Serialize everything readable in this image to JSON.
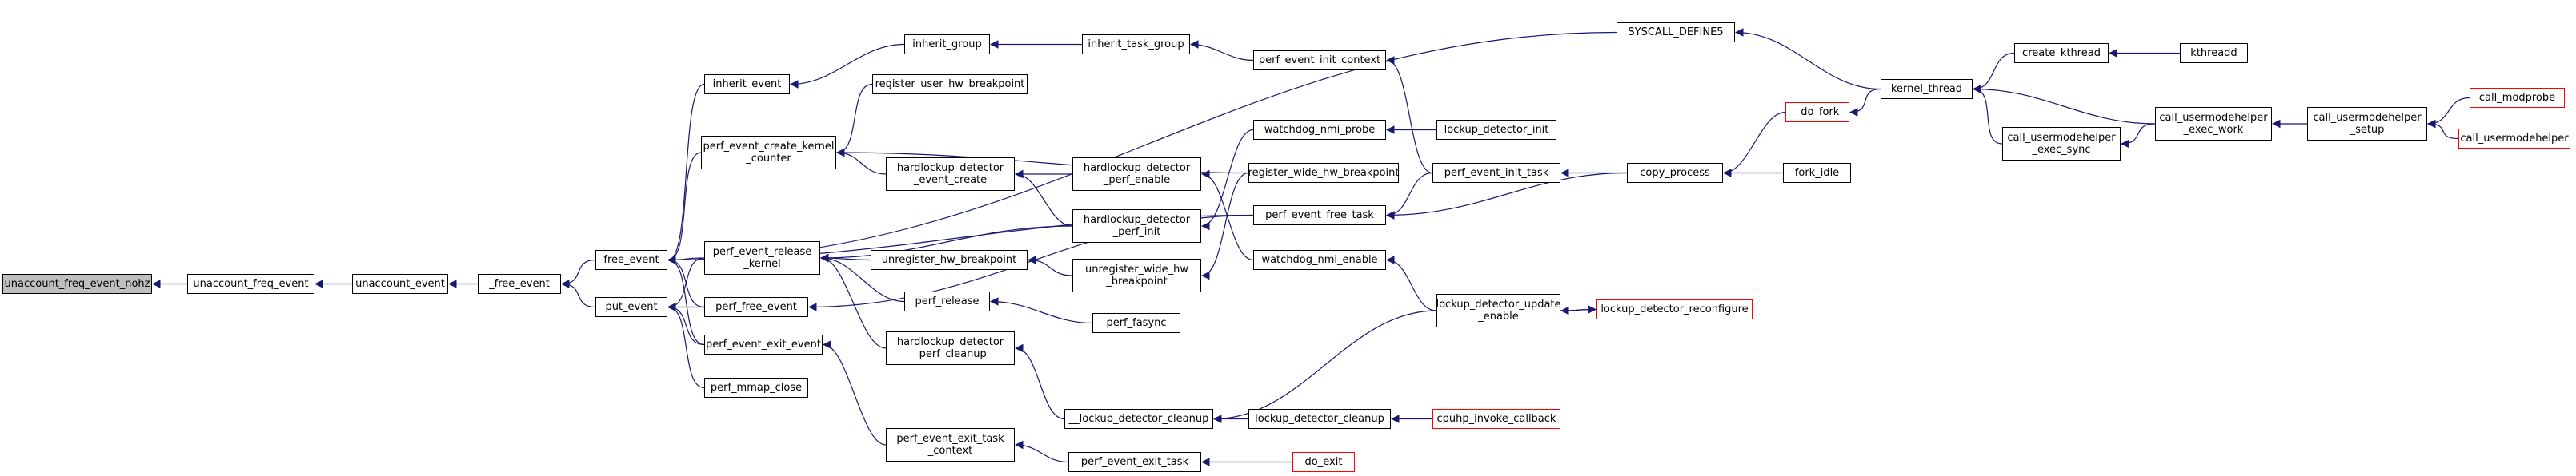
{
  "colors": {
    "edge": "#191970",
    "focus_fill": "#bfbfbf",
    "truncated_border": "#ff0000",
    "border": "#000000"
  },
  "nodes": {
    "unaccount_freq_event_nohz": "unaccount_freq_event_nohz",
    "unaccount_freq_event": "unaccount_freq_event",
    "unaccount_event": "unaccount_event",
    "_free_event": "_free_event",
    "free_event": "free_event",
    "put_event": "put_event",
    "inherit_event": "inherit_event",
    "perf_event_create_kernel_counter": "perf_event_create_kernel\n_counter",
    "perf_event_release_kernel": "perf_event_release\n_kernel",
    "perf_free_event": "perf_free_event",
    "perf_event_exit_event": "perf_event_exit_event",
    "perf_mmap_close": "perf_mmap_close",
    "inherit_group": "inherit_group",
    "register_user_hw_breakpoint": "register_user_hw_breakpoint",
    "hardlockup_detector_event_create": "hardlockup_detector\n_event_create",
    "unregister_hw_breakpoint": "unregister_hw_breakpoint",
    "perf_release": "perf_release",
    "hardlockup_detector_perf_cleanup": "hardlockup_detector\n_perf_cleanup",
    "perf_event_exit_task_context": "perf_event_exit_task\n_context",
    "inherit_task_group": "inherit_task_group",
    "hardlockup_detector_perf_enable": "hardlockup_detector\n_perf_enable",
    "hardlockup_detector_perf_init": "hardlockup_detector\n_perf_init",
    "unregister_wide_hw_breakpoint": "unregister_wide_hw\n_breakpoint",
    "perf_fasync": "perf_fasync",
    "__lockup_detector_cleanup": "__lockup_detector_cleanup",
    "perf_event_exit_task": "perf_event_exit_task",
    "perf_event_init_context": "perf_event_init_context",
    "watchdog_nmi_probe": "watchdog_nmi_probe",
    "register_wide_hw_breakpoint": "register_wide_hw_breakpoint",
    "perf_event_free_task": "perf_event_free_task",
    "watchdog_nmi_enable": "watchdog_nmi_enable",
    "lockup_detector_cleanup": "lockup_detector_cleanup",
    "do_exit": "do_exit",
    "SYSCALL_DEFINE5": "SYSCALL_DEFINE5",
    "lockup_detector_init": "lockup_detector_init",
    "perf_event_init_task": "perf_event_init_task",
    "lockup_detector_update_enable": "lockup_detector_update\n_enable",
    "cpuhp_invoke_callback": "cpuhp_invoke_callback",
    "copy_process": "copy_process",
    "lockup_detector_reconfigure": "lockup_detector_reconfigure",
    "_do_fork": "_do_fork",
    "fork_idle": "fork_idle",
    "kernel_thread": "kernel_thread",
    "create_kthread": "create_kthread",
    "call_usermodehelper_exec_sync": "call_usermodehelper\n_exec_sync",
    "kthreadd": "kthreadd",
    "call_usermodehelper_exec_work": "call_usermodehelper\n_exec_work",
    "call_usermodehelper_setup": "call_usermodehelper\n_setup",
    "call_modprobe": "call_modprobe",
    "call_usermodehelper": "call_usermodehelper"
  },
  "edges": [
    [
      "unaccount_freq_event",
      "unaccount_freq_event_nohz"
    ],
    [
      "unaccount_event",
      "unaccount_freq_event"
    ],
    [
      "_free_event",
      "unaccount_event"
    ],
    [
      "free_event",
      "_free_event"
    ],
    [
      "put_event",
      "_free_event"
    ],
    [
      "inherit_event",
      "free_event"
    ],
    [
      "perf_event_create_kernel_counter",
      "free_event"
    ],
    [
      "perf_event_release_kernel",
      "free_event"
    ],
    [
      "perf_free_event",
      "free_event"
    ],
    [
      "perf_event_exit_event",
      "free_event"
    ],
    [
      "SYSCALL_DEFINE5",
      "free_event"
    ],
    [
      "perf_event_free_task",
      "free_event"
    ],
    [
      "perf_event_release_kernel",
      "put_event"
    ],
    [
      "perf_free_event",
      "put_event"
    ],
    [
      "perf_event_exit_event",
      "put_event"
    ],
    [
      "perf_mmap_close",
      "put_event"
    ],
    [
      "inherit_group",
      "inherit_event"
    ],
    [
      "register_user_hw_breakpoint",
      "perf_event_create_kernel_counter"
    ],
    [
      "hardlockup_detector_event_create",
      "perf_event_create_kernel_counter"
    ],
    [
      "register_wide_hw_breakpoint",
      "perf_event_create_kernel_counter"
    ],
    [
      "unregister_hw_breakpoint",
      "perf_event_release_kernel"
    ],
    [
      "perf_release",
      "perf_event_release_kernel"
    ],
    [
      "hardlockup_detector_perf_cleanup",
      "perf_event_release_kernel"
    ],
    [
      "hardlockup_detector_perf_init",
      "perf_event_release_kernel"
    ],
    [
      "perf_event_free_task",
      "perf_free_event"
    ],
    [
      "perf_event_exit_task_context",
      "perf_event_exit_event"
    ],
    [
      "inherit_task_group",
      "inherit_group"
    ],
    [
      "hardlockup_detector_perf_enable",
      "hardlockup_detector_event_create"
    ],
    [
      "hardlockup_detector_perf_init",
      "hardlockup_detector_event_create"
    ],
    [
      "unregister_wide_hw_breakpoint",
      "unregister_hw_breakpoint"
    ],
    [
      "perf_fasync",
      "perf_release"
    ],
    [
      "__lockup_detector_cleanup",
      "hardlockup_detector_perf_cleanup"
    ],
    [
      "perf_event_exit_task",
      "perf_event_exit_task_context"
    ],
    [
      "perf_event_init_context",
      "inherit_task_group"
    ],
    [
      "watchdog_nmi_enable",
      "hardlockup_detector_perf_enable"
    ],
    [
      "watchdog_nmi_probe",
      "hardlockup_detector_perf_init"
    ],
    [
      "register_wide_hw_breakpoint",
      "unregister_wide_hw_breakpoint"
    ],
    [
      "lockup_detector_cleanup",
      "__lockup_detector_cleanup"
    ],
    [
      "lockup_detector_update_enable",
      "__lockup_detector_cleanup"
    ],
    [
      "do_exit",
      "perf_event_exit_task"
    ],
    [
      "perf_event_init_task",
      "perf_event_init_context"
    ],
    [
      "lockup_detector_init",
      "watchdog_nmi_probe"
    ],
    [
      "perf_event_init_task",
      "perf_event_free_task"
    ],
    [
      "copy_process",
      "perf_event_free_task"
    ],
    [
      "lockup_detector_update_enable",
      "watchdog_nmi_enable"
    ],
    [
      "cpuhp_invoke_callback",
      "lockup_detector_cleanup"
    ],
    [
      "kernel_thread",
      "SYSCALL_DEFINE5"
    ],
    [
      "copy_process",
      "perf_event_init_task"
    ],
    [
      "lockup_detector_reconfigure",
      "lockup_detector_update_enable"
    ],
    [
      "lockup_detector_update_enable",
      "lockup_detector_reconfigure"
    ],
    [
      "_do_fork",
      "copy_process"
    ],
    [
      "fork_idle",
      "copy_process"
    ],
    [
      "kernel_thread",
      "_do_fork"
    ],
    [
      "create_kthread",
      "kernel_thread"
    ],
    [
      "call_usermodehelper_exec_sync",
      "kernel_thread"
    ],
    [
      "call_usermodehelper_exec_work",
      "kernel_thread"
    ],
    [
      "kthreadd",
      "create_kthread"
    ],
    [
      "call_usermodehelper_exec_work",
      "call_usermodehelper_exec_sync"
    ],
    [
      "call_usermodehelper_setup",
      "call_usermodehelper_exec_work"
    ],
    [
      "call_modprobe",
      "call_usermodehelper_setup"
    ],
    [
      "call_usermodehelper",
      "call_usermodehelper_setup"
    ]
  ]
}
